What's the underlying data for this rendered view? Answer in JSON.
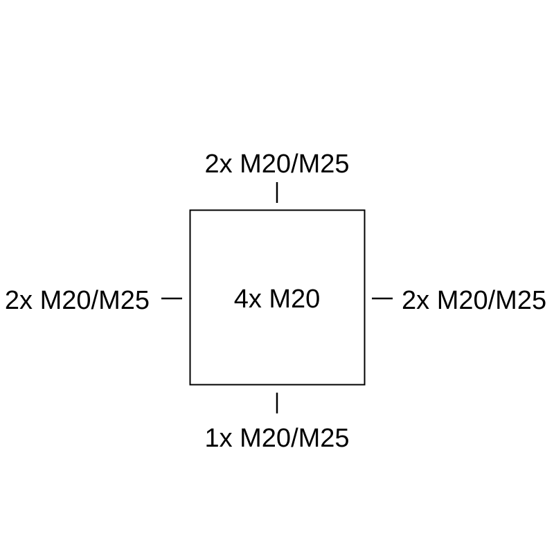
{
  "diagram": {
    "center_label": "4x M20",
    "top_label": "2x M20/M25",
    "left_label": "2x M20/M25",
    "right_label": "2x M20/M25",
    "bottom_label": "1x M20/M25",
    "line_color": "#000000"
  }
}
